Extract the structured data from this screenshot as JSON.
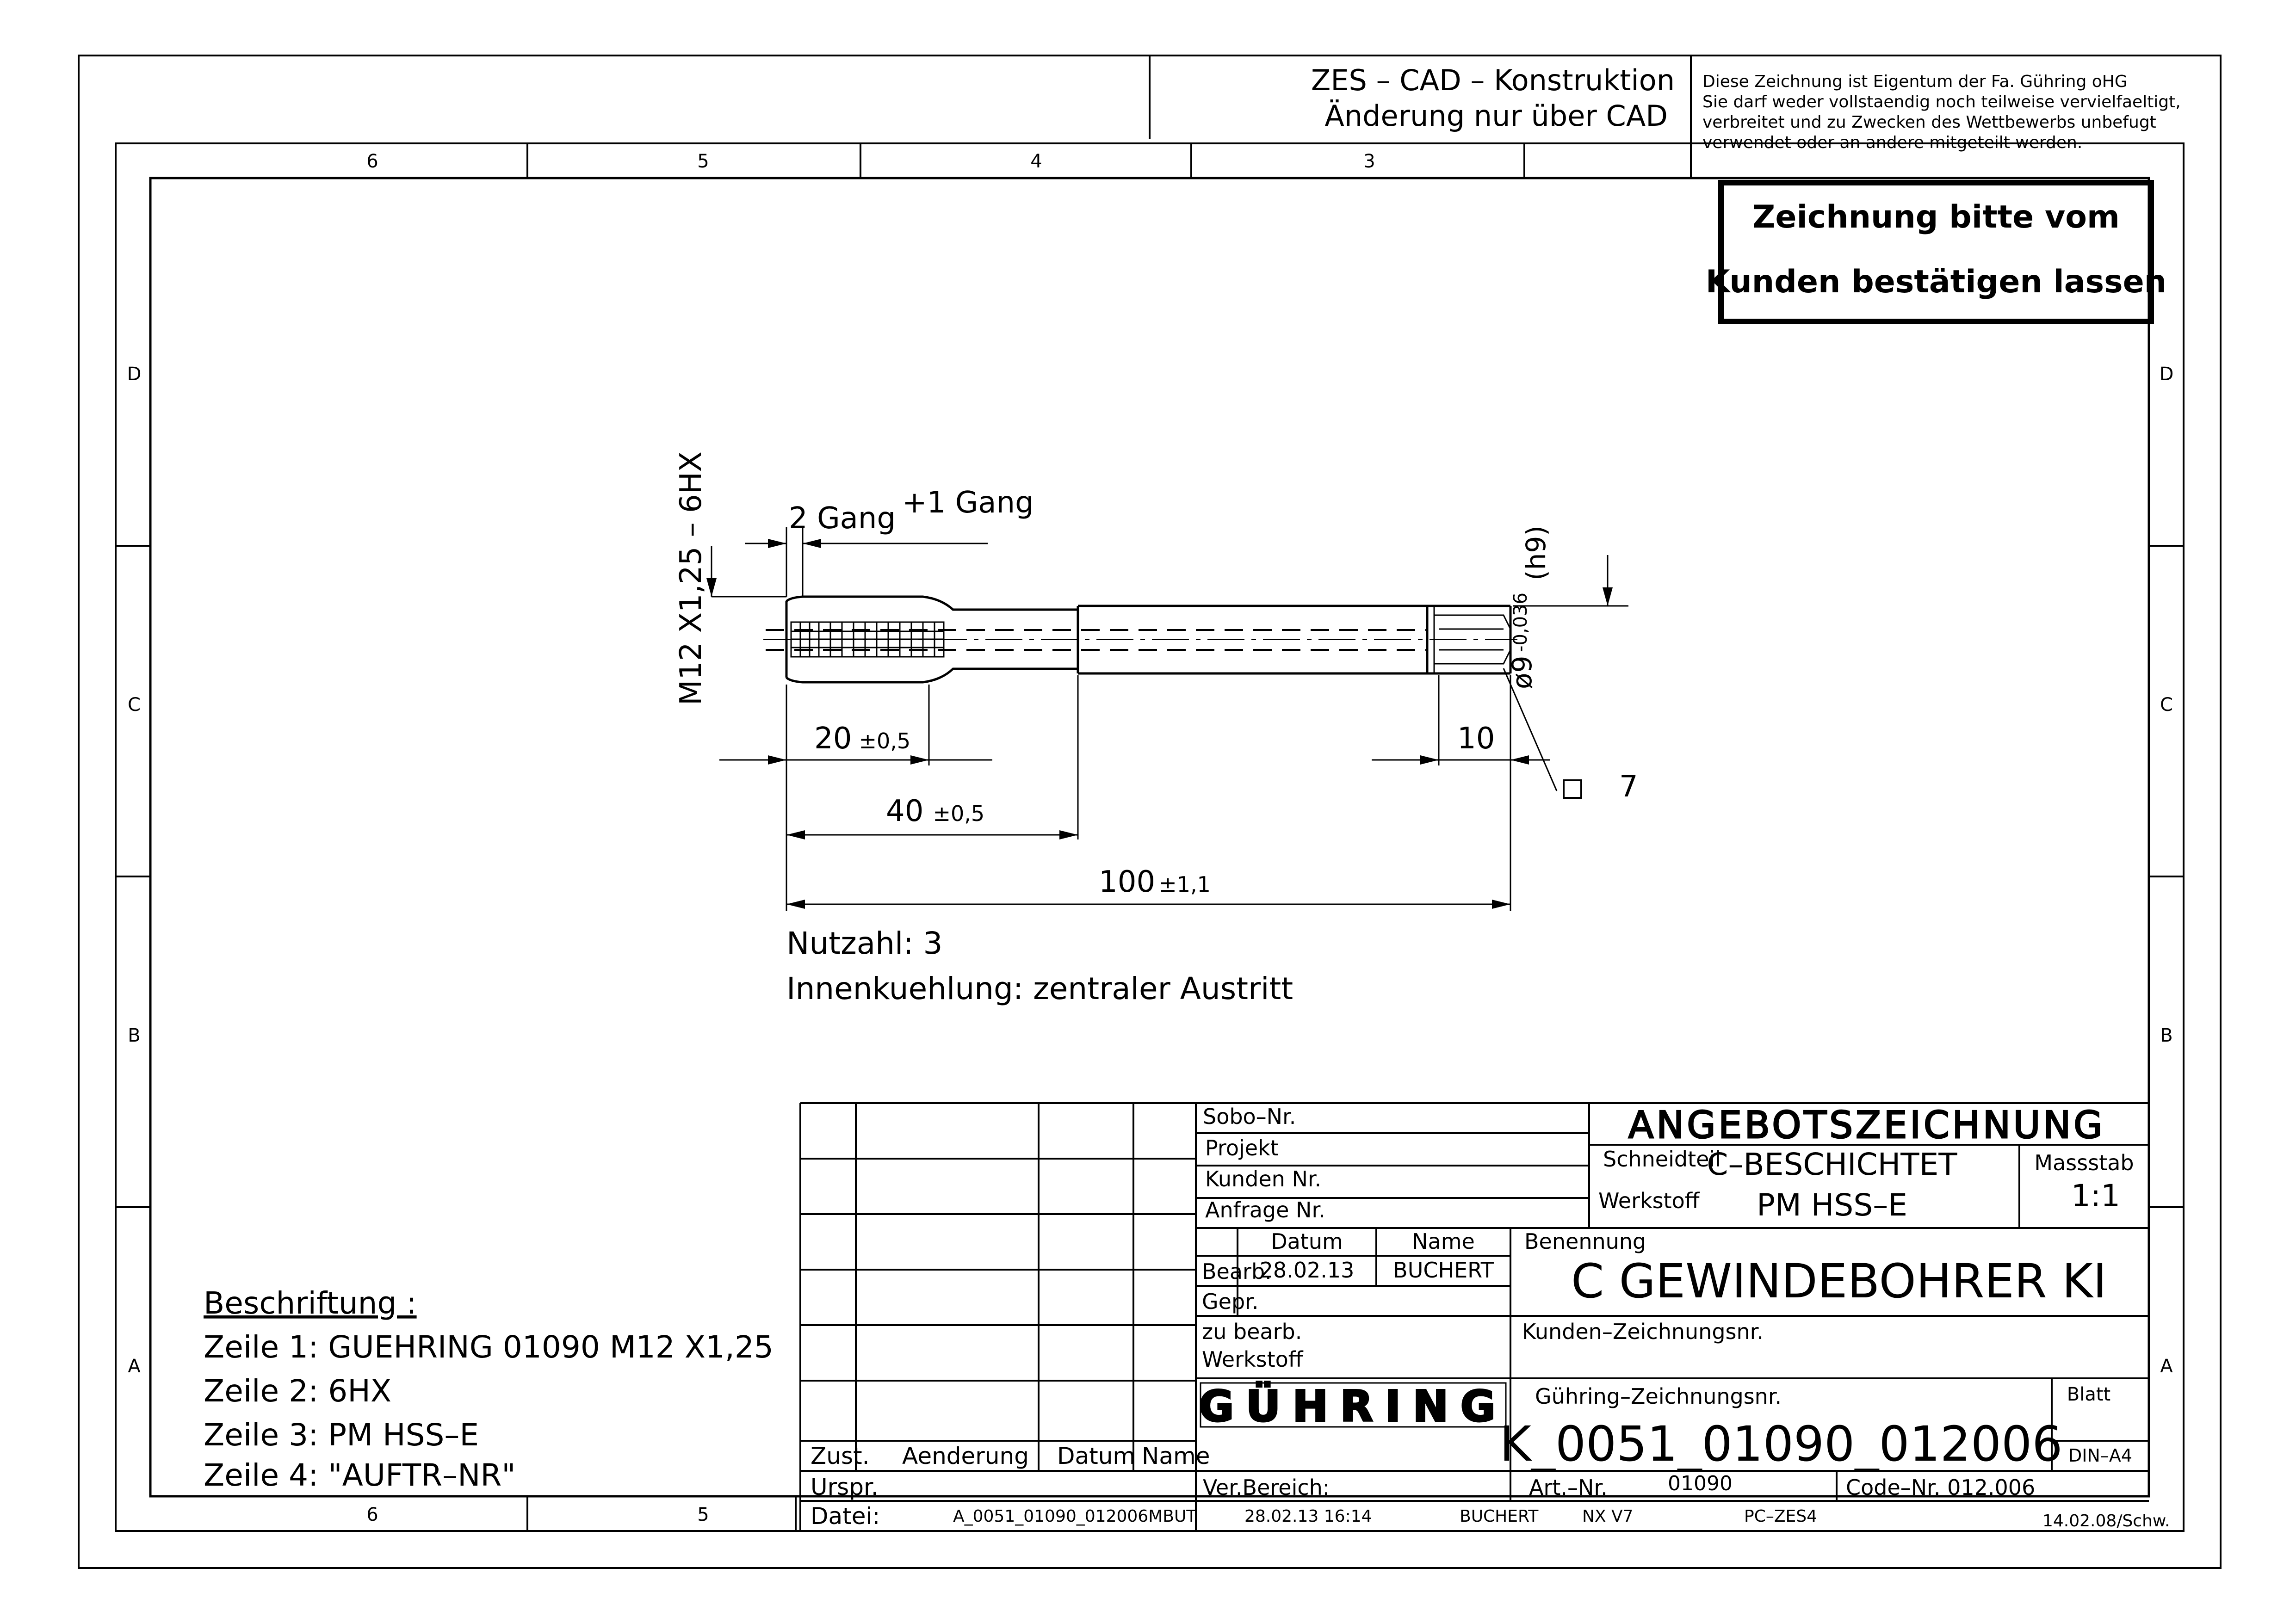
{
  "header": {
    "cad_line1": "ZES – CAD – Konstruktion",
    "cad_line2": "Änderung nur über CAD",
    "notice_line1": "Diese  Zeichnung ist  Eigentum der  Fa. Gühring oHG",
    "notice_line2": "Sie darf weder vollstaendig noch teilweise vervielfaeltigt,",
    "notice_line3": "verbreitet und zu Zwecken des Wettbewerbs unbefugt",
    "notice_line4": "verwendet oder an andere mitgeteilt werden.",
    "confirm_line1": "Zeichnung bitte vom",
    "confirm_line2": "Kunden bestätigen lassen"
  },
  "grid": {
    "top_cols": [
      "6",
      "5",
      "4",
      "3"
    ],
    "bottom_cols": [
      "6",
      "5"
    ],
    "rows": [
      "D",
      "C",
      "B",
      "A"
    ]
  },
  "dims": {
    "thread": "M12  X1,25 – 6HX",
    "gang2": "2 Gang",
    "gang1": "+1 Gang",
    "dia": "ø9",
    "dia_tol": "-0,036",
    "dia_fit": "(h9)",
    "d20": "20",
    "d20_tol": "±0,5",
    "d40": "40",
    "d40_tol": "±0,5",
    "d100": "100",
    "d100_tol": "±1,1",
    "d10": "10",
    "square": "7"
  },
  "notes": {
    "nutzahl": "Nutzahl: 3",
    "kuehlung": "Innenkuehlung: zentraler Austritt"
  },
  "beschriftung": {
    "title": "Beschriftung :",
    "line1": "Zeile 1: GUEHRING 01090 M12 X1,25",
    "line2": "Zeile 2: 6HX",
    "line3": "Zeile 3: PM HSS–E",
    "line4": "Zeile 4: \"AUFTR–NR\""
  },
  "titleblock": {
    "sobo": "Sobo–Nr.",
    "projekt": "Projekt",
    "kunden_nr": "Kunden Nr.",
    "anfrage_nr": "Anfrage Nr.",
    "angebot": "ANGEBOTSZEICHNUNG",
    "schneidteil_label": "Schneidteil",
    "schneidteil_value": "C–BESCHICHTET",
    "werkstoff_label": "Werkstoff",
    "werkstoff_value": "PM HSS–E",
    "massstab_label": "Massstab",
    "massstab_value": "1:1",
    "datum_head": "Datum",
    "name_head": "Name",
    "bearb": "Bearb.",
    "bearb_datum": "28.02.13",
    "bearb_name": "BUCHERT",
    "gepr": "Gepr.",
    "zu_bearb": "zu bearb.",
    "werkstoff2": "Werkstoff",
    "benennung_label": "Benennung",
    "benennung_value": "C GEWINDEBOHRER KI",
    "kunden_zeichnungsnr": "Kunden–Zeichnungsnr.",
    "logo": "GÜHRING",
    "guehring_zeichnungsnr_label": "Gühring–Zeichnungsnr.",
    "zeichnungsnr": "K_0051_01090_012006",
    "blatt": "Blatt",
    "format": "DIN–A4",
    "zust": "Zust.",
    "aenderung": "Aenderung",
    "datum": "Datum",
    "name": "Name",
    "urspr": "Urspr.",
    "ver_bereich": "Ver.Bereich:",
    "art_nr_label": "Art.–Nr.",
    "art_nr": "01090",
    "code_nr": "Code–Nr. 012.006",
    "datei_label": "Datei:",
    "datei": "A_0051_01090_012006MBUT",
    "datei_date": "28.02.13 16:14",
    "datei_user": "BUCHERT",
    "nx": "NX V7",
    "pc": "PC–ZES4",
    "version": "14.02.08/Schw."
  }
}
